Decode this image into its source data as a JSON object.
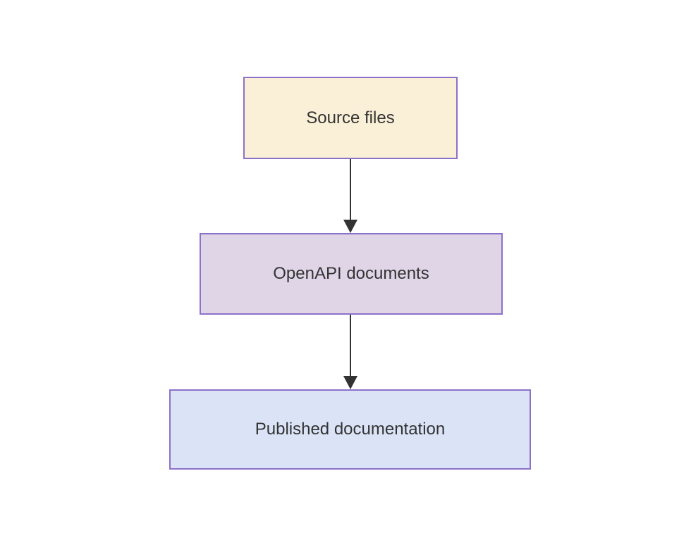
{
  "diagram": {
    "type": "flowchart-top-down",
    "arrow_color": "#333333",
    "nodes": [
      {
        "id": "source-files",
        "label": "Source files",
        "fill": "#faf0d7",
        "border": "#8d70c9",
        "text_color": "#333333"
      },
      {
        "id": "openapi-documents",
        "label": "OpenAPI documents",
        "fill": "#e0d5e7",
        "border": "#8d70c9",
        "text_color": "#333333"
      },
      {
        "id": "published-docs",
        "label": "Published documentation",
        "fill": "#dbe4f7",
        "border": "#8d70c9",
        "text_color": "#333333"
      }
    ],
    "edges": [
      {
        "from": "source-files",
        "to": "openapi-documents"
      },
      {
        "from": "openapi-documents",
        "to": "published-docs"
      }
    ]
  }
}
